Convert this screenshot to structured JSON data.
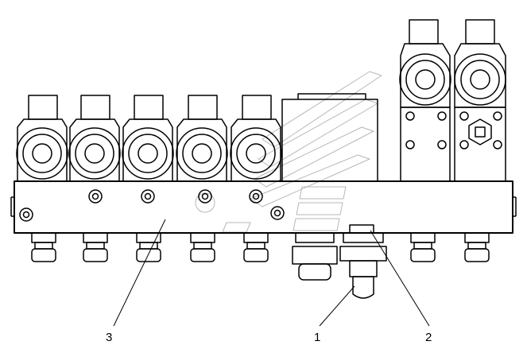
{
  "callouts": {
    "c1": "1",
    "c2": "2",
    "c3": "3"
  },
  "colors": {
    "line": "#000000",
    "background": "#ffffff",
    "watermark": "#9a9a9a"
  },
  "parts": {
    "solenoid_valves_left_count": 5,
    "solenoid_valves_right_count": 2,
    "bottom_fittings_count": 7
  }
}
